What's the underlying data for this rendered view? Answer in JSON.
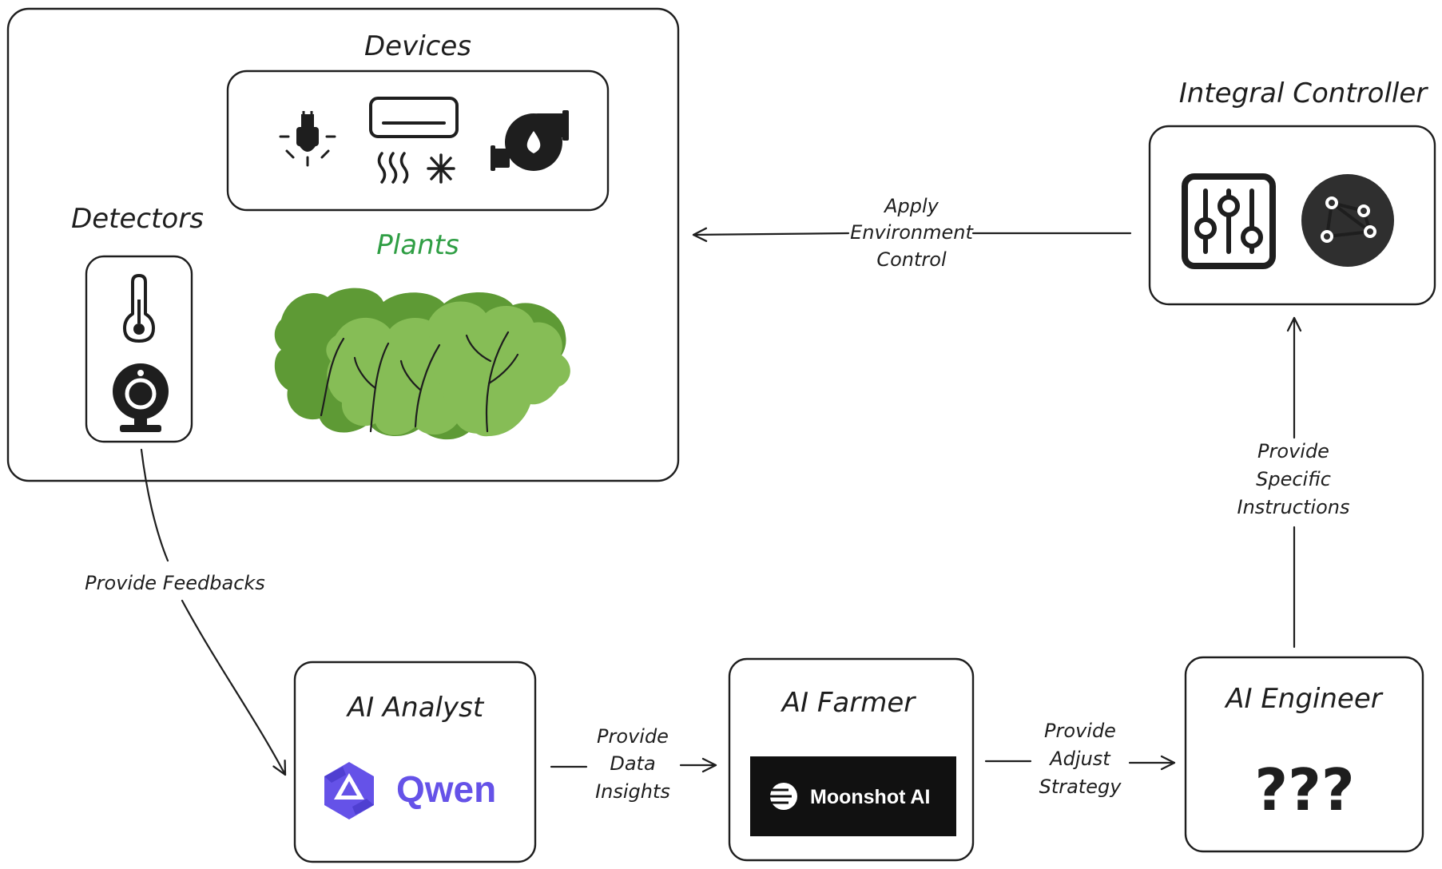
{
  "diagram": {
    "environment": {
      "devices_title": "Devices",
      "detectors_title": "Detectors",
      "plants_title": "Plants",
      "devices": [
        {
          "icon": "grow-light-icon"
        },
        {
          "icon": "air-conditioner-icon"
        },
        {
          "icon": "water-pump-icon"
        }
      ],
      "detectors": [
        {
          "icon": "thermometer-icon"
        },
        {
          "icon": "webcam-icon"
        }
      ],
      "plants_icon": "lettuce-icon"
    },
    "controller": {
      "title": "Integral Controller",
      "icons": [
        "sliders-control-icon",
        "network-node-icon"
      ]
    },
    "agents": {
      "analyst": {
        "title": "AI Analyst",
        "logo_text": "Qwen",
        "logo_icon": "qwen-logo-icon"
      },
      "farmer": {
        "title": "AI Farmer",
        "logo_text": "Moonshot AI",
        "logo_icon": "moonshot-logo-icon"
      },
      "engineer": {
        "title": "AI Engineer",
        "placeholder": "???"
      }
    },
    "edges": {
      "apply": [
        "Apply",
        "Environment",
        "Control"
      ],
      "feedback": "Provide Feedbacks",
      "insights": [
        "Provide",
        "Data",
        "Insights"
      ],
      "strategy": [
        "Provide",
        "Adjust",
        "Strategy"
      ],
      "instructions": [
        "Provide",
        "Specific",
        "Instructions"
      ]
    },
    "colors": {
      "stroke": "#1e1e1e",
      "plants_label": "#2f9e44",
      "leaf_dark": "#5e9a35",
      "leaf_light": "#86bd56",
      "qwen_purple": "#6552e8",
      "moonshot_bg": "#111111"
    }
  }
}
